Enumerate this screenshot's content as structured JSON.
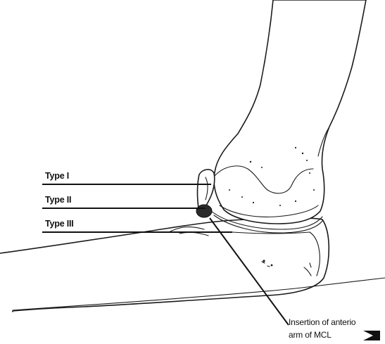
{
  "labels": {
    "type_1": "Type I",
    "type_2": "Type II",
    "type_3": "Type III",
    "note_line_1": "Insertion of anterio",
    "note_line_2": "arm of MCL"
  },
  "colors": {
    "ink": "#111111",
    "background": "#ffffff",
    "insertion_mark": "#2b2b2b"
  }
}
